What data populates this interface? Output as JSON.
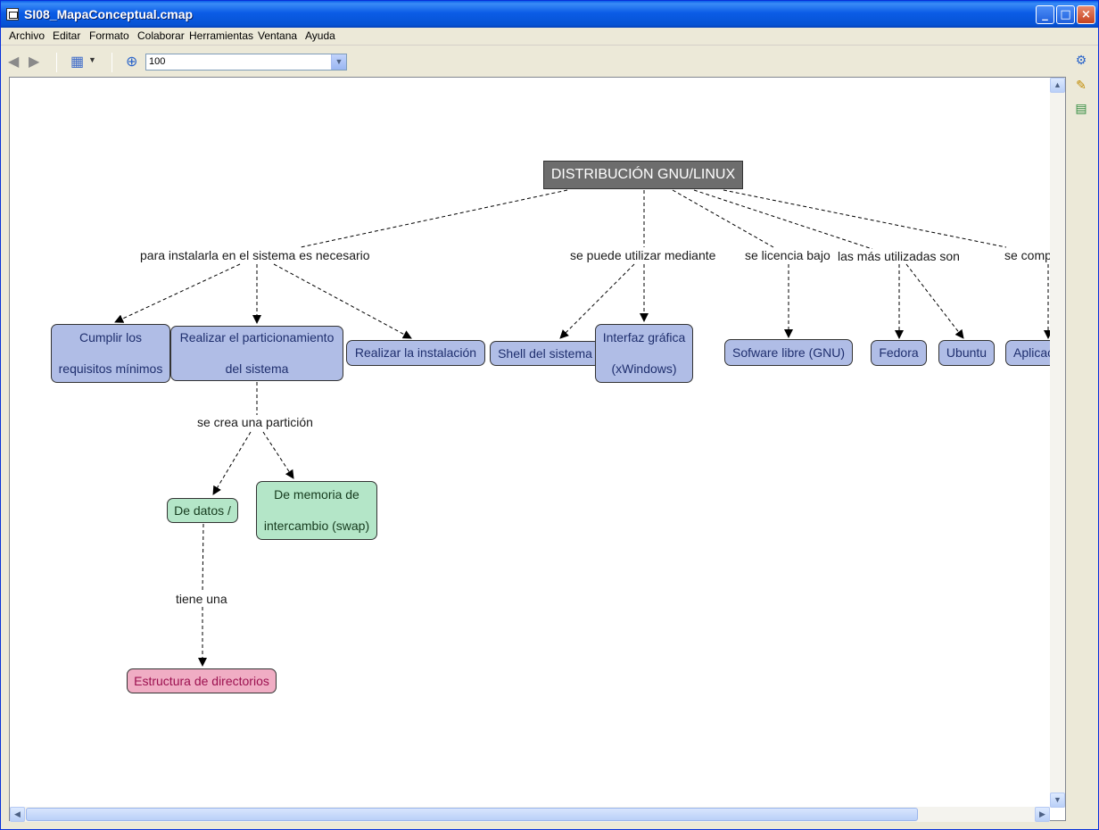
{
  "window": {
    "title": "SI08_MapaConceptual.cmap"
  },
  "menu": [
    "Archivo",
    "Editar",
    "Formato",
    "Colaborar",
    "Herramientas",
    "Ventana",
    "Ayuda"
  ],
  "toolbar": {
    "zoom_value": "100"
  },
  "map": {
    "root": "DISTRIBUCIÓN GNU/LINUX",
    "links": {
      "install": "para instalarla en el sistema es necesario",
      "usage": "se puede utilizar mediante",
      "license": "se licencia bajo",
      "popular": "las más utilizadas son",
      "components": "se comp",
      "partition": "se crea una partición",
      "has": "tiene una"
    },
    "concepts": {
      "requirements": [
        "Cumplir los",
        "requisitos mínimos"
      ],
      "partitioning": [
        "Realizar el particionamiento",
        "del sistema"
      ],
      "installation": "Realizar la instalación",
      "shell": "Shell del sistema",
      "gui": [
        "Interfaz gráfica",
        "(xWindows)"
      ],
      "license": "Sofware libre (GNU)",
      "fedora": "Fedora",
      "ubuntu": "Ubuntu",
      "apps": "Aplicac",
      "data": "De datos /",
      "swap": [
        "De memoria de",
        "intercambio (swap)"
      ],
      "dirs": "Estructura de directorios"
    }
  },
  "colors": {
    "concept_blue": "#b0bde6",
    "concept_green": "#b4e6c8",
    "concept_pink": "#f0adc4",
    "root_gray": "#6d6d6d"
  }
}
